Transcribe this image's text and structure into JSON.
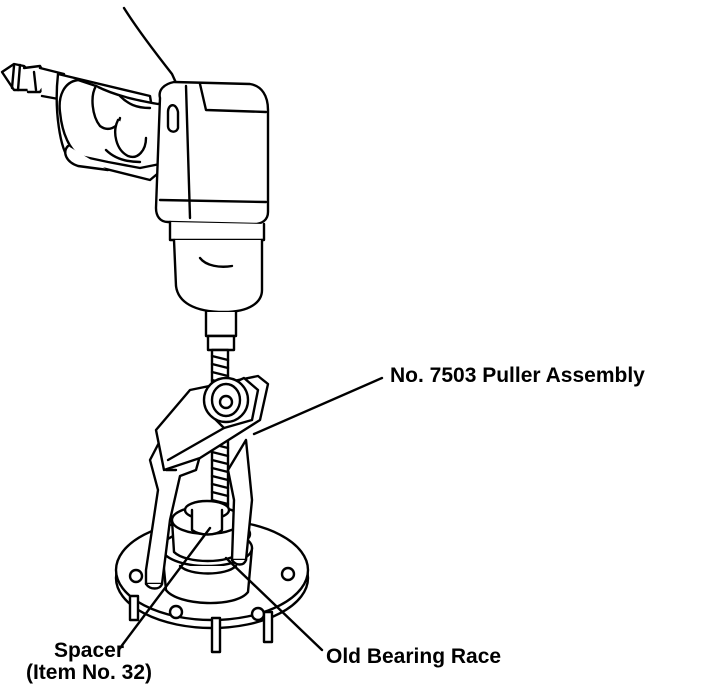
{
  "labels": {
    "puller_assembly": "No. 7503 Puller Assembly",
    "old_bearing_race": "Old Bearing Race",
    "spacer_line1": "Spacer",
    "spacer_line2": "(Item No. 32)"
  },
  "colors": {
    "ink": "#000000",
    "fill": "#ffffff"
  },
  "icons": [
    "impact-wrench-icon",
    "hand-icon",
    "air-hose-fitting-icon",
    "puller-assembly-icon",
    "wheel-hub-icon",
    "wheel-stud-icon"
  ]
}
